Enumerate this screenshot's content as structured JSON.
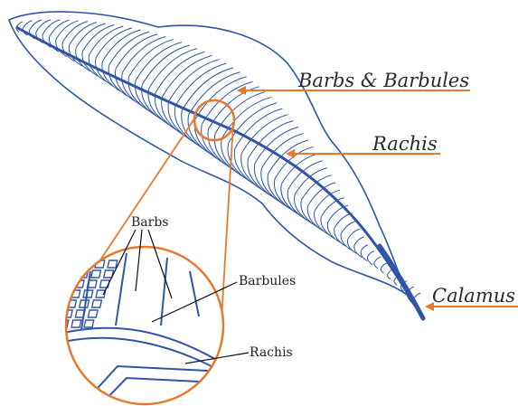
{
  "labels": {
    "barbs_barbules": "Barbs & Barbules",
    "rachis": "Rachis",
    "calamus": "Calamus",
    "zoom_barbs": "Barbs",
    "zoom_barbules": "Barbules",
    "zoom_rachis": "Rachis"
  },
  "colors": {
    "feather": "#2e55a8",
    "feather_light": "#6f8fd0",
    "accent": "#e8792b",
    "leader_line": "#111111"
  }
}
